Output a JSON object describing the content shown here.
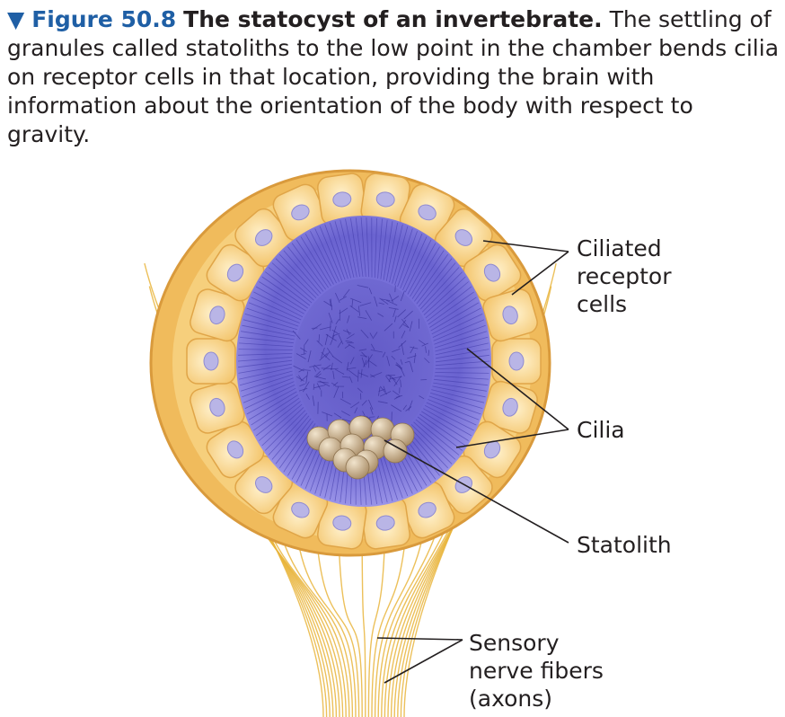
{
  "caption": {
    "marker": "▼",
    "figure_number": "Figure 50.8",
    "title": "The statocyst of an invertebrate.",
    "text": "The settling of granules called statoliths to the low point in the chamber bends cilia on receptor cells in that location, providing the brain with information about the orientation of the body with respect to gravity."
  },
  "labels": {
    "ciliated_receptor_cells": [
      "Ciliated",
      "receptor",
      "cells"
    ],
    "cilia": "Cilia",
    "statolith": "Statolith",
    "sensory_nerve_fibers": [
      "Sensory",
      "nerve fibers",
      "(axons)"
    ]
  },
  "colors": {
    "figure_blue": "#1f5fa5",
    "cell_yellow": "#f7d58a",
    "cell_edge": "#e0a548",
    "nucleus": "#b9b5e6",
    "chamber_purple": "#6a63d0",
    "cilia_lines": "#3d36a6",
    "statolith": "#c7ae8a",
    "nerve": "#e9b53d"
  }
}
